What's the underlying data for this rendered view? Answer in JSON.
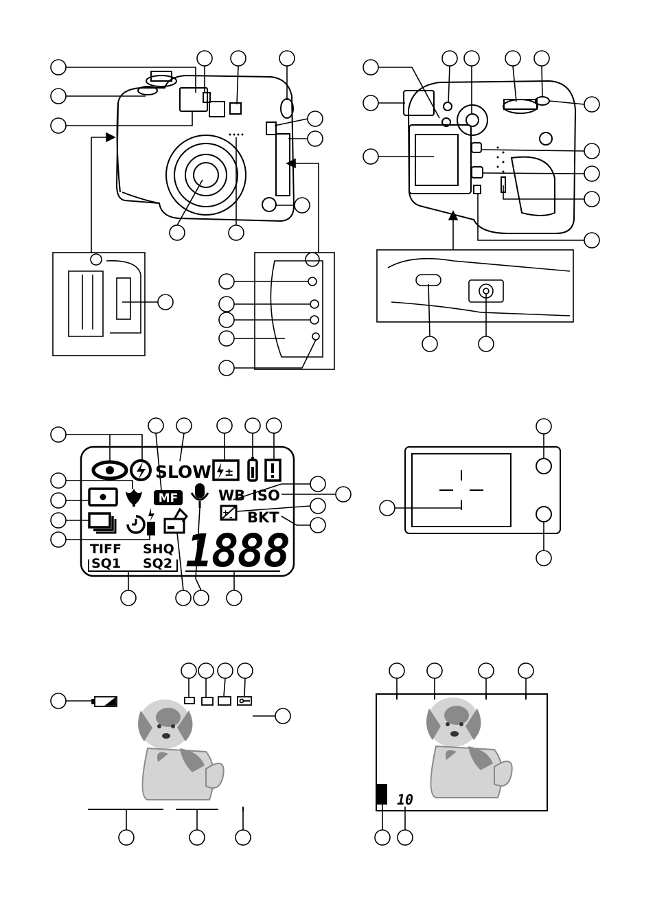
{
  "lcd_panel": {
    "slow": "SLOW",
    "mf": "MF",
    "wb": "WB",
    "iso": "ISO",
    "bkt": "BKT",
    "tiff": "TIFF",
    "shq": "SHQ",
    "sq1": "SQ1",
    "sq2": "SQ2",
    "counter": "1888"
  },
  "playback_screen": {
    "frame_count": "10"
  },
  "colors": {
    "line": "#000000",
    "dog_grey": "#8a8a8a",
    "dog_light": "#d4d4d4"
  }
}
